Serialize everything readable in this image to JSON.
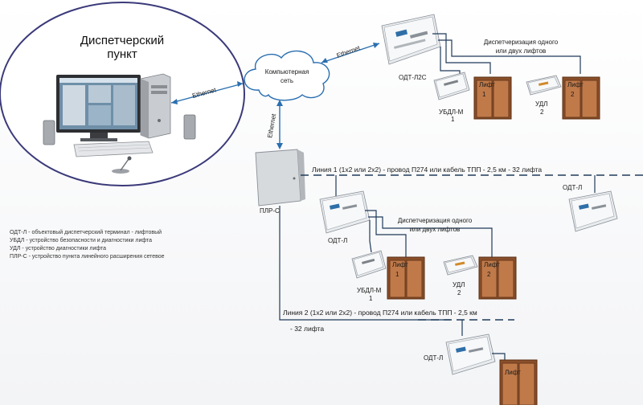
{
  "dispatch_center": {
    "title_line1": "Диспетчерский",
    "title_line2": "пункт"
  },
  "network": {
    "cloud_line1": "Компьютерная",
    "cloud_line2": "сеть",
    "ethernet_label": "Ethernet"
  },
  "devices": {
    "odt_l2s": "ОДТ-Л2С",
    "ubdl_m": "УБДЛ-М",
    "udl": "УДЛ",
    "plr_s": "ПЛР-С",
    "odt_l": "ОДТ-Л",
    "num_1": "1",
    "num_2": "2"
  },
  "lifts": {
    "lift": "Лифт",
    "num_1": "1",
    "num_2": "2"
  },
  "captions": {
    "dispatch_line1": "Диспетчеризация одного",
    "dispatch_line2": "или двух лифтов",
    "line1": "Линия 1 (1х2 или 2х2) - провод П274 или кабель ТПП - 2,5 км - 32 лифта",
    "line2_a": "Линия 2 (1х2 или 2х2) - провод П274 или кабель ТПП - 2,5 км",
    "line2_b": "- 32 лифта"
  },
  "legend": [
    "ОДТ-Л - объектовый диспетчерский терминал - лифтовый",
    "УБДЛ - устройство безопасности и диагностики лифта",
    "УДЛ - устройство диагностики лифта",
    "ПЛР-С - устройство пункта линейного расширения сетевое"
  ]
}
